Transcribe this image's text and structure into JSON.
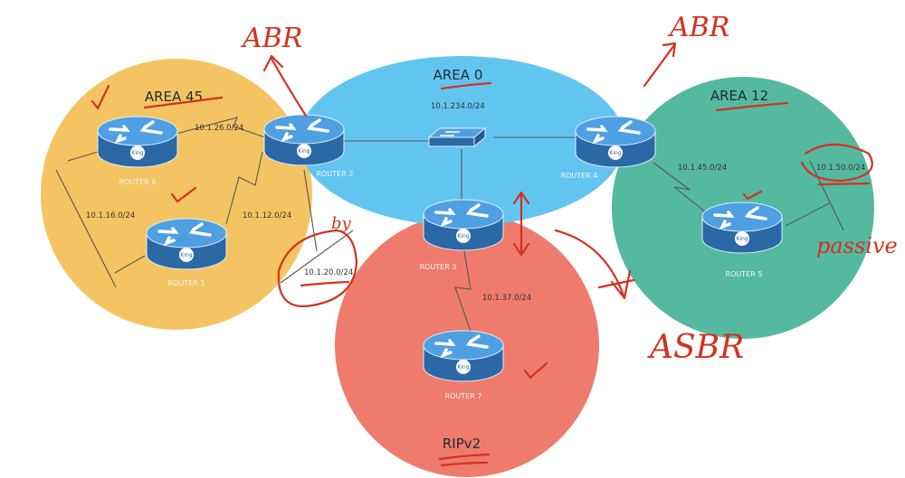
{
  "areas": {
    "area45": {
      "title": "AREA 45",
      "color": "#f5c462"
    },
    "area0": {
      "title": "AREA 0",
      "color": "#62c5f0"
    },
    "area12": {
      "title": "AREA 12",
      "color": "#55b9a0"
    },
    "rip": {
      "title": "RIPv2",
      "color": "#ee7b6b"
    }
  },
  "routers": {
    "r1": "ROUTER 1",
    "r2": "ROUTER 2",
    "r3": "ROUTER 3",
    "r4": "ROUTER 4",
    "r5": "ROUTER 5",
    "r6": "ROUTER 6",
    "r7": "ROUTER 7",
    "badge": "King"
  },
  "networks": {
    "n26": "10.1.26.0/24",
    "n16": "10.1.16.0/24",
    "n12": "10.1.12.0/24",
    "n20": "10.1.20.0/24",
    "n234": "10.1.234.0/24",
    "n37": "10.1.37.0/24",
    "n45": "10.1.45.0/24",
    "n50": "10.1.50.0/24"
  },
  "annotations": {
    "abr_left": "ABR",
    "abr_right": "ABR",
    "asbr": "ASBR",
    "passive": "passive",
    "by": "by",
    "ink_color": "#d2321f"
  }
}
